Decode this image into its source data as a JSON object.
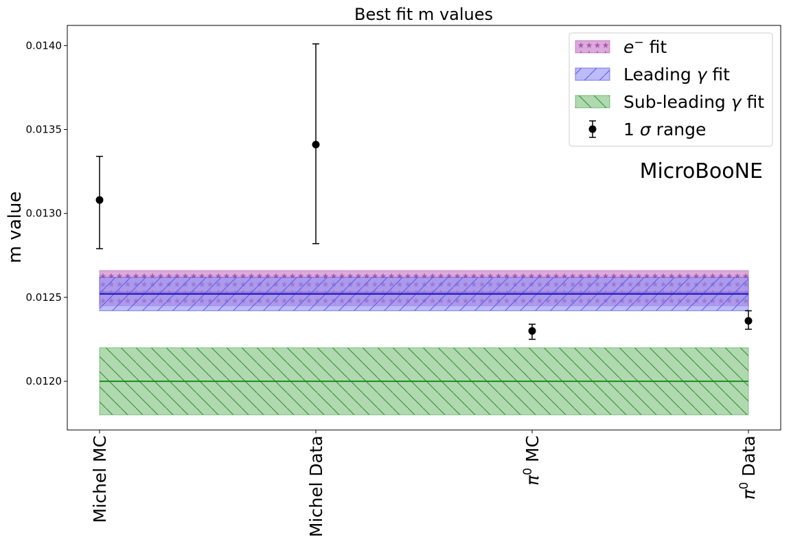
{
  "chart_data": {
    "type": "scatter",
    "title": "Best fit m values",
    "xlabel": "",
    "ylabel": "m value",
    "categories": [
      "Michel MC",
      "Michel Data",
      "π0 MC",
      "π0 Data"
    ],
    "category_parts": [
      {
        "base": "Michel MC",
        "sup": "",
        "rest": ""
      },
      {
        "base": "Michel Data",
        "sup": "",
        "rest": ""
      },
      {
        "base": "π",
        "sup": "0",
        "rest": " MC"
      },
      {
        "base": "π",
        "sup": "0",
        "rest": " Data"
      }
    ],
    "ylim": [
      0.01171,
      0.01412
    ],
    "yticks": [
      0.012,
      0.0125,
      0.013,
      0.0135,
      0.014
    ],
    "ytick_labels": [
      "0.0120",
      "0.0125",
      "0.0130",
      "0.0135",
      "0.0140"
    ],
    "grid": false,
    "legend_position": "top-right",
    "annotation": "MicroBooNE",
    "points": {
      "name": "1 σ range",
      "values": [
        0.01308,
        0.01341,
        0.0123,
        0.01236
      ],
      "err_low": [
        0.01279,
        0.01282,
        0.01225,
        0.01231
      ],
      "err_high": [
        0.01334,
        0.01401,
        0.01234,
        0.01242
      ],
      "color": "#000000"
    },
    "bands": [
      {
        "name": "e⁻ fit",
        "label_base": "e",
        "label_sup": "−",
        "label_rest": " fit",
        "center": 0.01253,
        "low": 0.01245,
        "high": 0.01266,
        "color": "#c471c4",
        "line_color": "#9a3d9a",
        "hatch": "stars"
      },
      {
        "name": "Leading γ fit",
        "label_base": "Leading ",
        "label_sym": "γ",
        "label_rest": " fit",
        "center": 0.01252,
        "low": 0.01242,
        "high": 0.01262,
        "color": "#8f8ff5",
        "line_color": "#1a1acc",
        "hatch": "forward"
      },
      {
        "name": "Sub-leading γ fit",
        "label_base": "Sub-leading ",
        "label_sym": "γ",
        "label_rest": " fit",
        "center": 0.012,
        "low": 0.0118,
        "high": 0.0122,
        "color": "#7cbf7c",
        "line_color": "#1a8c1a",
        "hatch": "back"
      }
    ],
    "legend": [
      {
        "label": "e⁻ fit"
      },
      {
        "label": "Leading γ fit"
      },
      {
        "label": "Sub-leading γ fit"
      },
      {
        "label": "1 σ range"
      }
    ]
  }
}
